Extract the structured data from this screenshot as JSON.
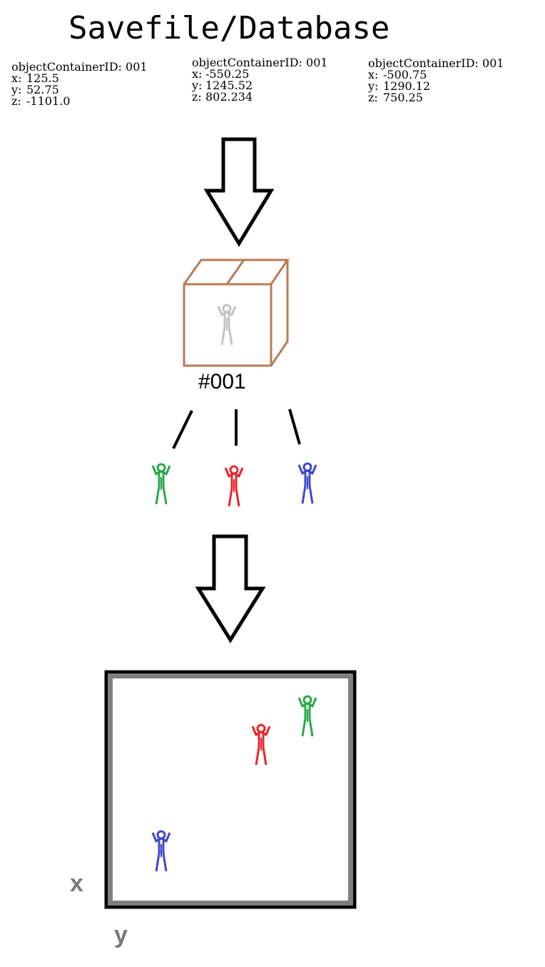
{
  "title": "Savefile/Database",
  "records": [
    {
      "id_label": "objectContainerID: 001",
      "x_key": "x:",
      "x": "125.5",
      "y_key": "y:",
      "y": "52.75",
      "z_key": "z:",
      "z": "-1101.0",
      "color": "#2aa849"
    },
    {
      "id_label": "objectContainerID: 001",
      "x_key": "x:",
      "x": "-550.25",
      "y_key": "y:",
      "y": "1245.52",
      "z_key": "z:",
      "z": "802.234",
      "color": "#e8262b"
    },
    {
      "id_label": "objectContainerID: 001",
      "x_key": "x:",
      "x": "-500.75",
      "y_key": "y:",
      "y": "1290.12",
      "z_key": "z:",
      "z": "750.25",
      "color": "#3f48cc"
    }
  ],
  "container": {
    "label": "#001",
    "box_color": "#b97a57",
    "placeholder_figure_color": "#c3c3c3"
  },
  "world": {
    "axis_x_label": "x",
    "axis_y_label": "y",
    "frame_outer_color": "#000000",
    "frame_inner_color": "#7f7f7f"
  },
  "icons": {
    "arrow": "down-arrow-icon",
    "box": "box-icon",
    "figure": "stick-figure-icon"
  }
}
